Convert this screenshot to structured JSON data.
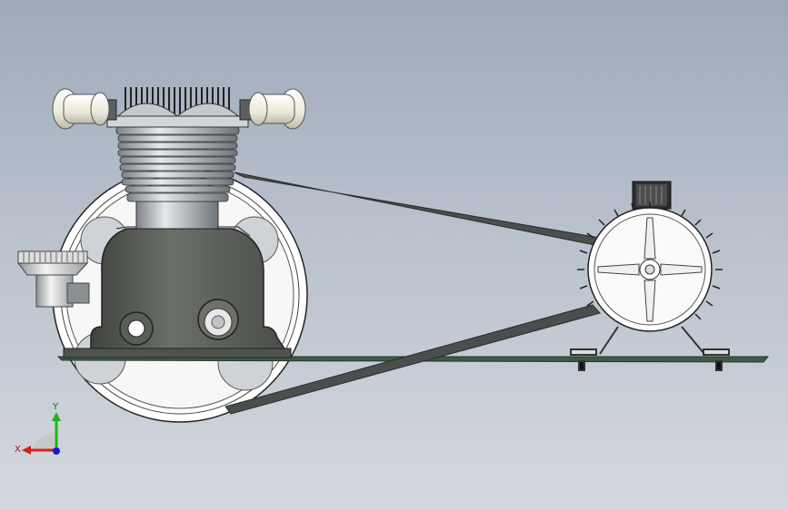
{
  "viewport": {
    "background_top": "#9ea9ba",
    "background_bottom": "#d4d8de"
  },
  "model": {
    "parts": [
      "large-flywheel-pulley",
      "v-belt",
      "compressor-cylinder-with-cooling-fins",
      "compressor-crankcase",
      "intake-filter-caps",
      "air-intake-filter",
      "sight-glass",
      "drain-plug",
      "electric-motor",
      "motor-fan-cover",
      "motor-terminal-box",
      "base-plate"
    ],
    "colors": {
      "crankcase": "#5b5f58",
      "cylinder": "#b8bcc0",
      "pulley": "#ffffff",
      "belt": "#4a4e4c",
      "base_plate": "#3e5a48",
      "filter_caps": "#f3f1e6"
    }
  },
  "triad": {
    "x_label": "X",
    "y_label": "Y",
    "x_color": "#d42020",
    "y_color": "#1db31d",
    "z_color": "#1a1ad4"
  }
}
